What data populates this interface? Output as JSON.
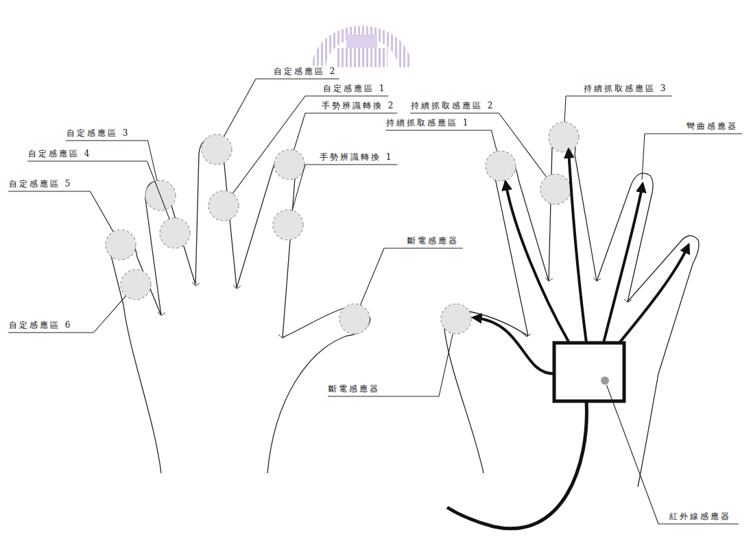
{
  "diagram": {
    "labels": [
      "自定感應區 2",
      "自定感應區 1",
      "手勢辨識轉換 2",
      "持續抓取感應區 2",
      "持續抓取感應區 3",
      "自定感應區 3",
      "持續抓取感應區 1",
      "彎曲感應器",
      "自定感應區 4",
      "手勢辨識轉換 1",
      "自定感應區 5",
      "斷電感應器",
      "斷電感應器",
      "自定感應區 6",
      "紅外線感應器"
    ]
  }
}
